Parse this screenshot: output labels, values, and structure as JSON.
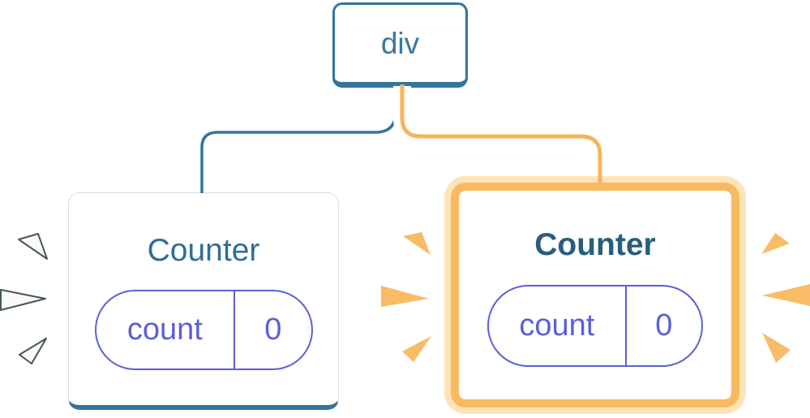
{
  "tree": {
    "root": {
      "label": "div"
    },
    "children": [
      {
        "title": "Counter",
        "state": {
          "name": "count",
          "value": "0"
        },
        "highlighted": false
      },
      {
        "title": "Counter",
        "state": {
          "name": "count",
          "value": "0"
        },
        "highlighted": true
      }
    ]
  },
  "colors": {
    "node_blue": "#35749E",
    "root_label_blue": "#3878A3",
    "counter_title_blue": "#2F6E96",
    "counter_title_blue_bold": "#275E7B",
    "state_indigo": "#5B5FD8",
    "edge_orange": "#F6B45A",
    "highlight_border_orange": "#F8BA60",
    "highlight_glow_orange": "#FDE3B6",
    "spark_orange": "#F8BC66"
  }
}
